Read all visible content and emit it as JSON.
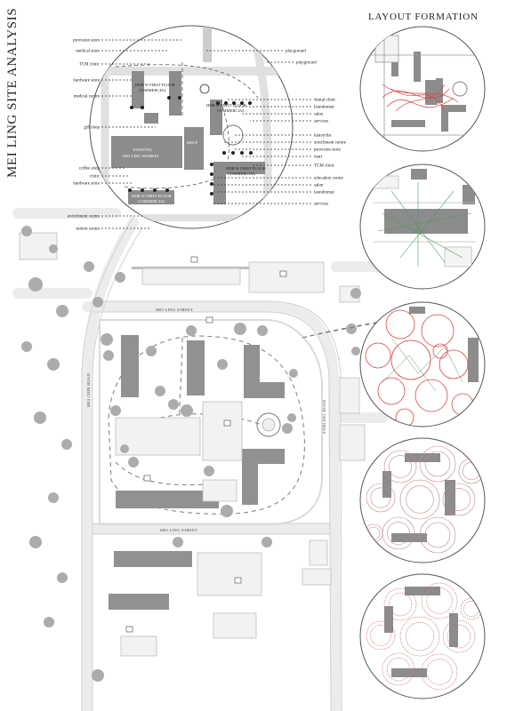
{
  "title": "MEI LING SITE ANALYSIS",
  "layout_title": "LAYOUT FORMATION",
  "left_labels": [
    "provision store",
    "medical store",
    "TCM clinic",
    "hardware store",
    "medical centre",
    "gift shop",
    "coffee shop",
    "clinic",
    "hardware store",
    "enrichment centre",
    "tuition centre"
  ],
  "right_labels": [
    "playground",
    "playground",
    "dental clinic",
    "laundromat",
    "salon",
    "services",
    "hairstylist",
    "enrichment centre",
    "provision store",
    "mart",
    "TCM clinic",
    "education centre",
    "salon",
    "laundromat",
    "services"
  ],
  "blocks": {
    "hdb_1": "HDB W FIRST FLOOR",
    "hdb_1b": "COMMERCIAL",
    "hdb_2": "HDB W FIRST FLOOR",
    "hdb_2b": "COMMERCIAL",
    "hdb_3": "HDB W FIRST FLOOR",
    "hdb_3b": "COMMERCIAL",
    "hdb_4": "HDB W FIRST FLOOR",
    "hdb_4b": "COMMERCIAL",
    "market_1": "EXISTING",
    "market_2": "MEI LING MARKET",
    "mscp": "MSCP"
  },
  "streets": {
    "north": "MEI LING STREET",
    "south": "MEI LING STREET",
    "west": "MEI CHIN ROAD",
    "east": "STIRLING ROAD"
  },
  "colors": {
    "ink": "#222222",
    "building": "#8c8c8c",
    "road": "#e6e6e6",
    "tree": "#9a9a9a",
    "red": "#d64545",
    "green": "#4f9a5a"
  }
}
